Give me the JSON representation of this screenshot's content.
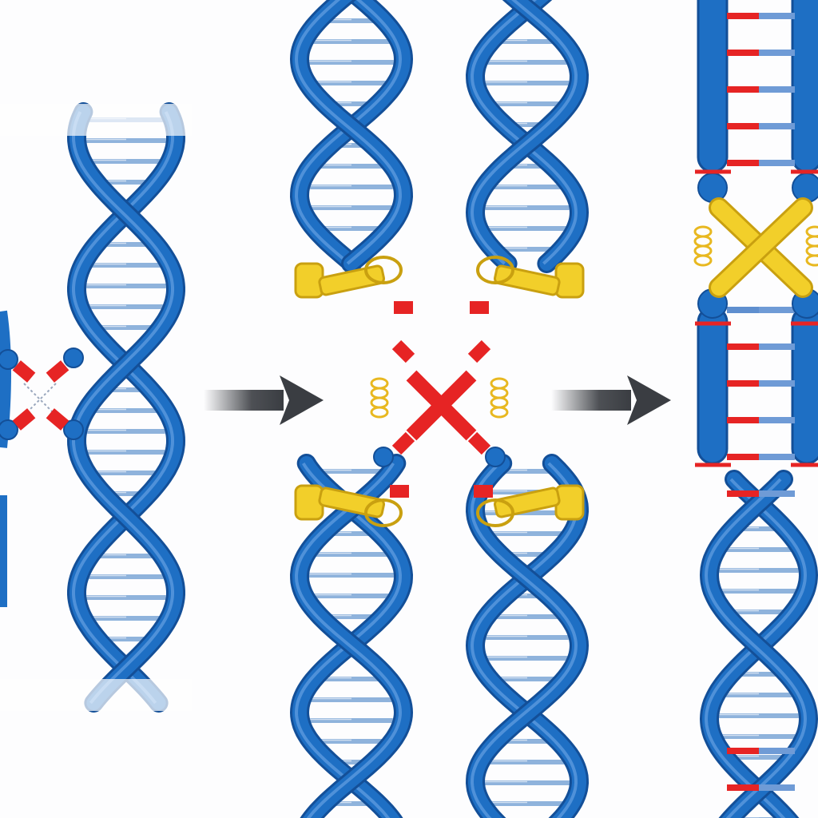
{
  "colors": {
    "strand": "#1e6fc4",
    "strand_dark": "#134f98",
    "rung": "#8fb3dc",
    "break_marker": "#e62424",
    "clamp": "#f2cf2a",
    "clamp_edge": "#c9a010",
    "arrow": "#3a3d42",
    "background": "#fdfdfe"
  },
  "panels": [
    {
      "id": "broken-dna",
      "icon": "dna-double-strand-break-icon"
    },
    {
      "id": "clamped-repair",
      "icon": "dna-clamp-repair-icon"
    },
    {
      "id": "repaired-dna",
      "icon": "dna-repaired-icon"
    }
  ],
  "arrows": [
    "step-arrow-1",
    "step-arrow-2"
  ]
}
